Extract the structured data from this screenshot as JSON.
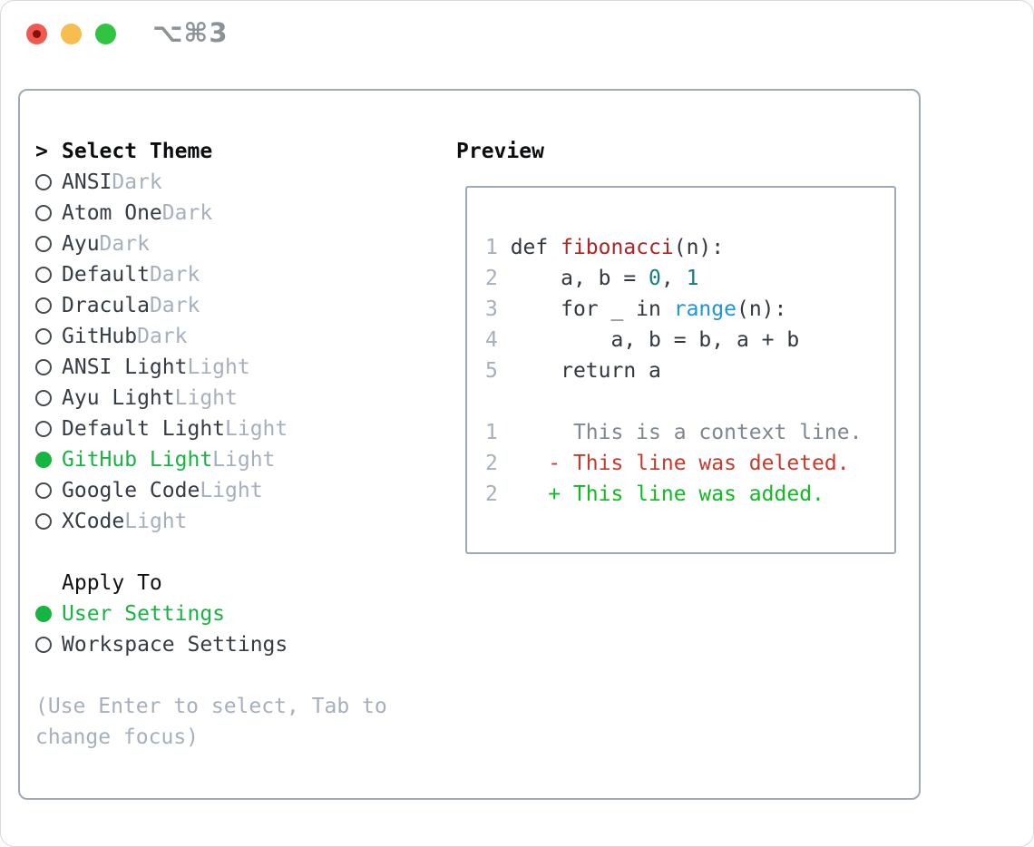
{
  "titlebar": {
    "title": "⌥⌘3"
  },
  "theme_panel": {
    "header_prefix": ">",
    "header": "Select Theme",
    "themes": [
      {
        "name": "ANSI",
        "variant": "Dark",
        "selected": false
      },
      {
        "name": "Atom One",
        "variant": "Dark",
        "selected": false
      },
      {
        "name": "Ayu",
        "variant": "Dark",
        "selected": false
      },
      {
        "name": "Default",
        "variant": "Dark",
        "selected": false
      },
      {
        "name": "Dracula",
        "variant": "Dark",
        "selected": false
      },
      {
        "name": "GitHub",
        "variant": "Dark",
        "selected": false
      },
      {
        "name": "ANSI Light",
        "variant": "Light",
        "selected": false
      },
      {
        "name": "Ayu Light",
        "variant": "Light",
        "selected": false
      },
      {
        "name": "Default Light",
        "variant": "Light",
        "selected": false
      },
      {
        "name": "GitHub Light",
        "variant": "Light",
        "selected": true
      },
      {
        "name": "Google Code",
        "variant": "Light",
        "selected": false
      },
      {
        "name": "XCode",
        "variant": "Light",
        "selected": false
      }
    ],
    "apply_to": {
      "header": "Apply To",
      "options": [
        {
          "label": "User Settings",
          "selected": true
        },
        {
          "label": "Workspace Settings",
          "selected": false
        }
      ]
    },
    "help_lines": [
      "(Use Enter to select, Tab to",
      "change focus)"
    ]
  },
  "preview_panel": {
    "header": "Preview",
    "code_lines": [
      {
        "num": "1",
        "tokens": [
          {
            "text": "def ",
            "type": "plain"
          },
          {
            "text": "fibonacci",
            "type": "function"
          },
          {
            "text": "(n):",
            "type": "plain"
          }
        ]
      },
      {
        "num": "2",
        "tokens": [
          {
            "text": "    a, b = ",
            "type": "plain"
          },
          {
            "text": "0",
            "type": "number"
          },
          {
            "text": ", ",
            "type": "plain"
          },
          {
            "text": "1",
            "type": "number"
          }
        ]
      },
      {
        "num": "3",
        "tokens": [
          {
            "text": "    for _ in ",
            "type": "plain"
          },
          {
            "text": "range",
            "type": "builtin"
          },
          {
            "text": "(n):",
            "type": "plain"
          }
        ]
      },
      {
        "num": "4",
        "tokens": [
          {
            "text": "        a, b = b, a + b",
            "type": "plain"
          }
        ]
      },
      {
        "num": "5",
        "tokens": [
          {
            "text": "    return a",
            "type": "plain"
          }
        ]
      }
    ],
    "diff_lines": [
      {
        "num": "1",
        "marker": "",
        "text": "This is a context line.",
        "type": "context"
      },
      {
        "num": "2",
        "marker": "-",
        "text": "This line was deleted.",
        "type": "deleted"
      },
      {
        "num": "2",
        "marker": "+",
        "text": "This line was added.",
        "type": "added"
      }
    ]
  },
  "colors": {
    "accent_green": "#16b440",
    "text_dark": "#363c44",
    "muted_gray": "#a6b0bc",
    "panel_border": "#a0aab7",
    "code_function_red": "#b12424",
    "code_number_teal": "#0f7e87",
    "code_builtin_blue": "#1e96d2",
    "diff_context_gray": "#7f8791",
    "diff_deleted_red": "#c43b2b",
    "diff_added_green": "#0fbb20",
    "traffic_red": "#f0594f",
    "traffic_yellow": "#f6bd4f",
    "traffic_green": "#30c441"
  }
}
